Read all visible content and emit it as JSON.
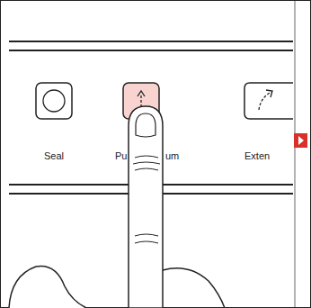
{
  "diagram": {
    "labels": [
      "Seal",
      "Pu",
      "um",
      "Exten"
    ]
  }
}
